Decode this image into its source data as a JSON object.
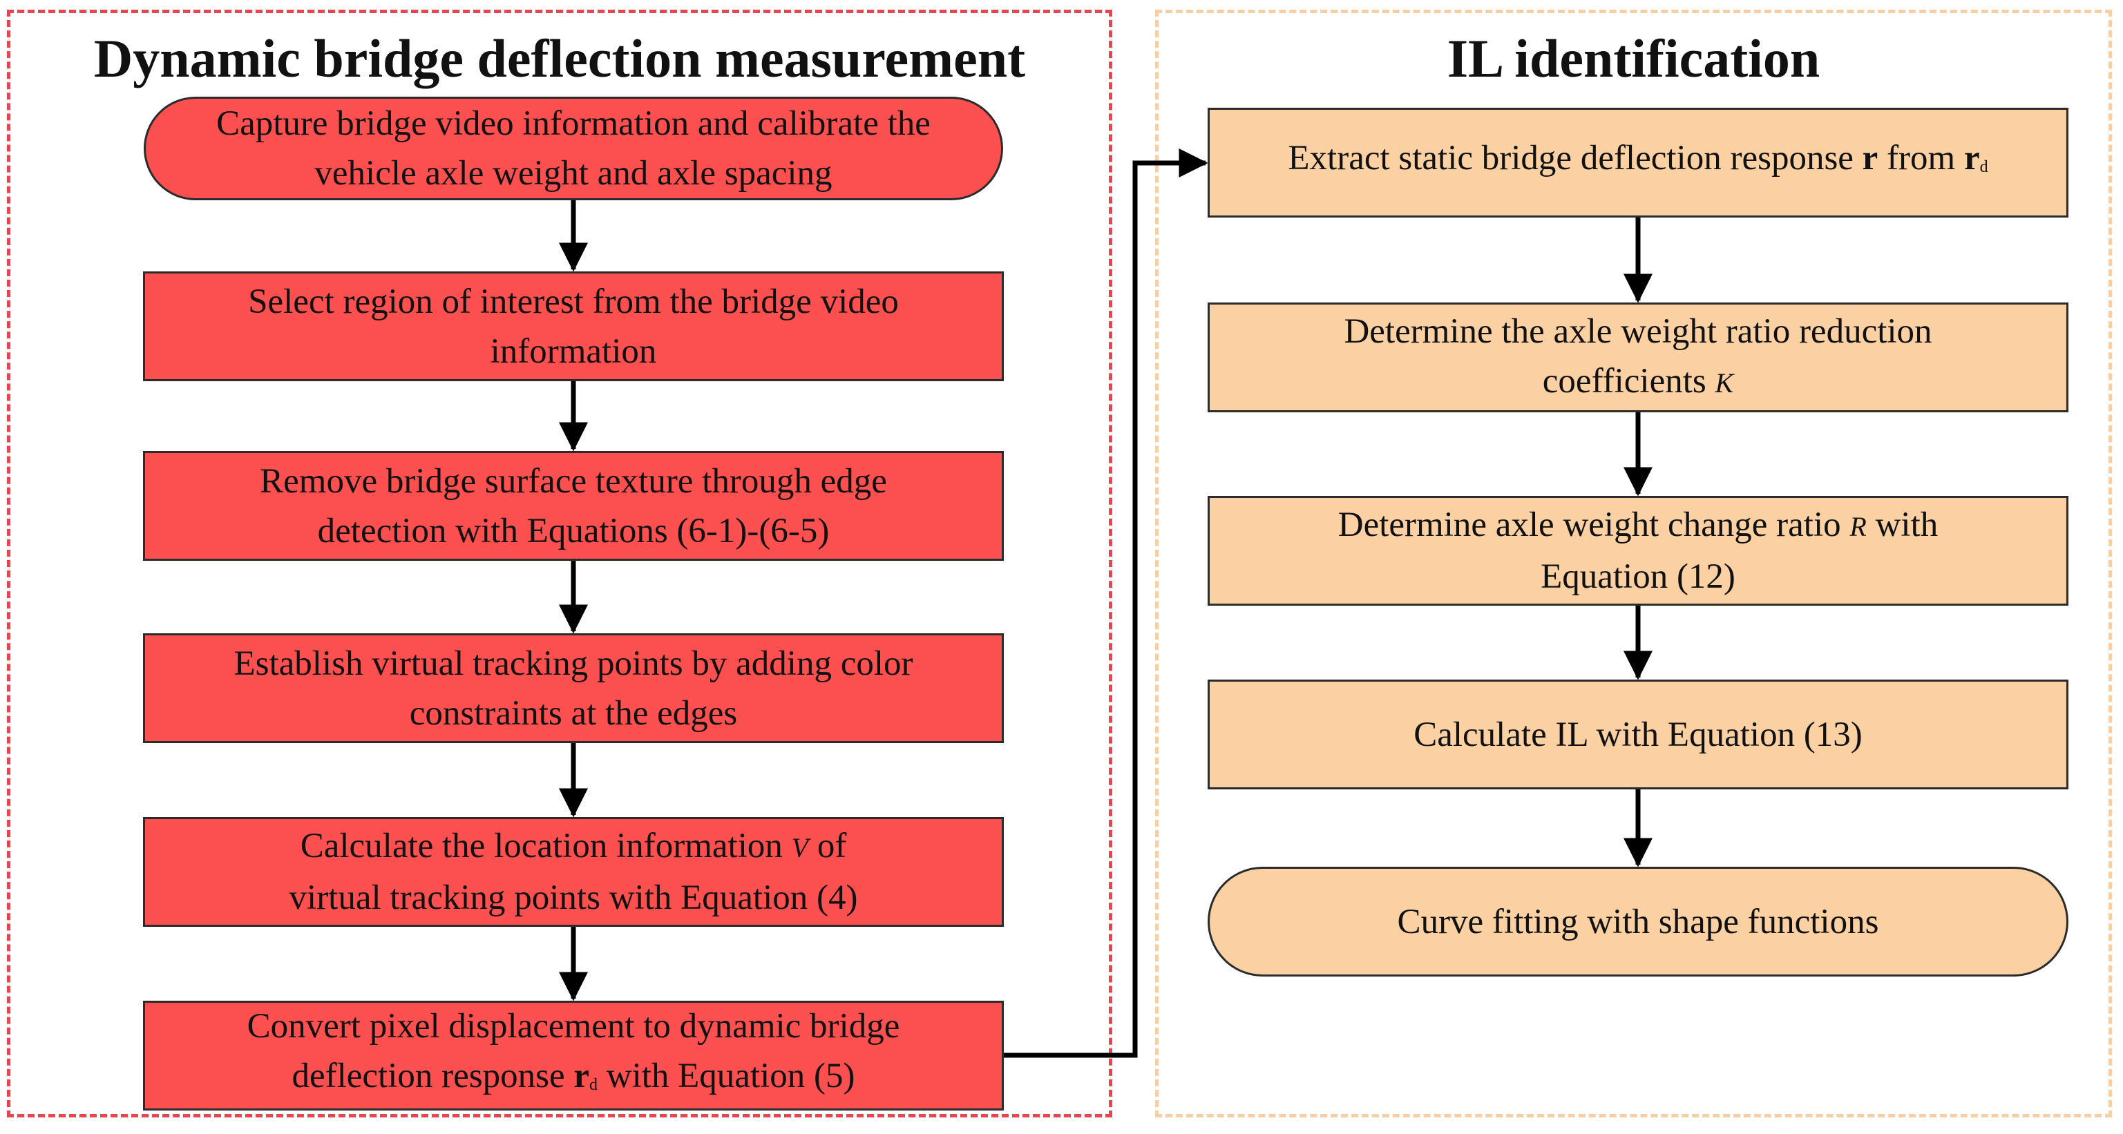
{
  "left_panel": {
    "title": "Dynamic bridge deflection measurement",
    "steps": [
      {
        "line1": "Capture bridge video information and  calibrate the",
        "line2": "vehicle axle weight and axle spacing"
      },
      {
        "line1": "Select region of interest from the bridge video",
        "line2": "information"
      },
      {
        "line1": "Remove bridge surface texture through edge",
        "line2": "detection with Equations (6-1)-(6-5)"
      },
      {
        "line1": "Establish virtual tracking points by adding color",
        "line2": "constraints at the edges"
      },
      {
        "line1a": "Calculate the location information ",
        "sym": "V",
        "line1b": "  of",
        "line2": "virtual tracking points with Equation (4)"
      },
      {
        "line1": "Convert pixel displacement to dynamic bridge",
        "line2a": "deflection response ",
        "sym": "r",
        "sub": "d",
        "line2b": " with Equation (5)"
      }
    ]
  },
  "right_panel": {
    "title": "IL identification",
    "steps": [
      {
        "a": "Extract static bridge deflection response ",
        "sym1": "r",
        "b": "  from ",
        "sym2": "r",
        "sub": "d"
      },
      {
        "line1": "Determine the axle weight ratio reduction",
        "line2a": "coefficients  ",
        "sym": "K"
      },
      {
        "line1a": "Determine axle weight change ratio ",
        "sym": "R",
        "line1b": "  with",
        "line2": "Equation (12)"
      },
      {
        "line1": "Calculate IL  with Equation (13)"
      },
      {
        "line1": "Curve fitting with shape functions"
      }
    ]
  },
  "colors": {
    "left_fill": "#fc4f4f",
    "right_fill": "#fbd0a3",
    "left_border": "#e6464f",
    "right_border": "#f7cfa6"
  }
}
